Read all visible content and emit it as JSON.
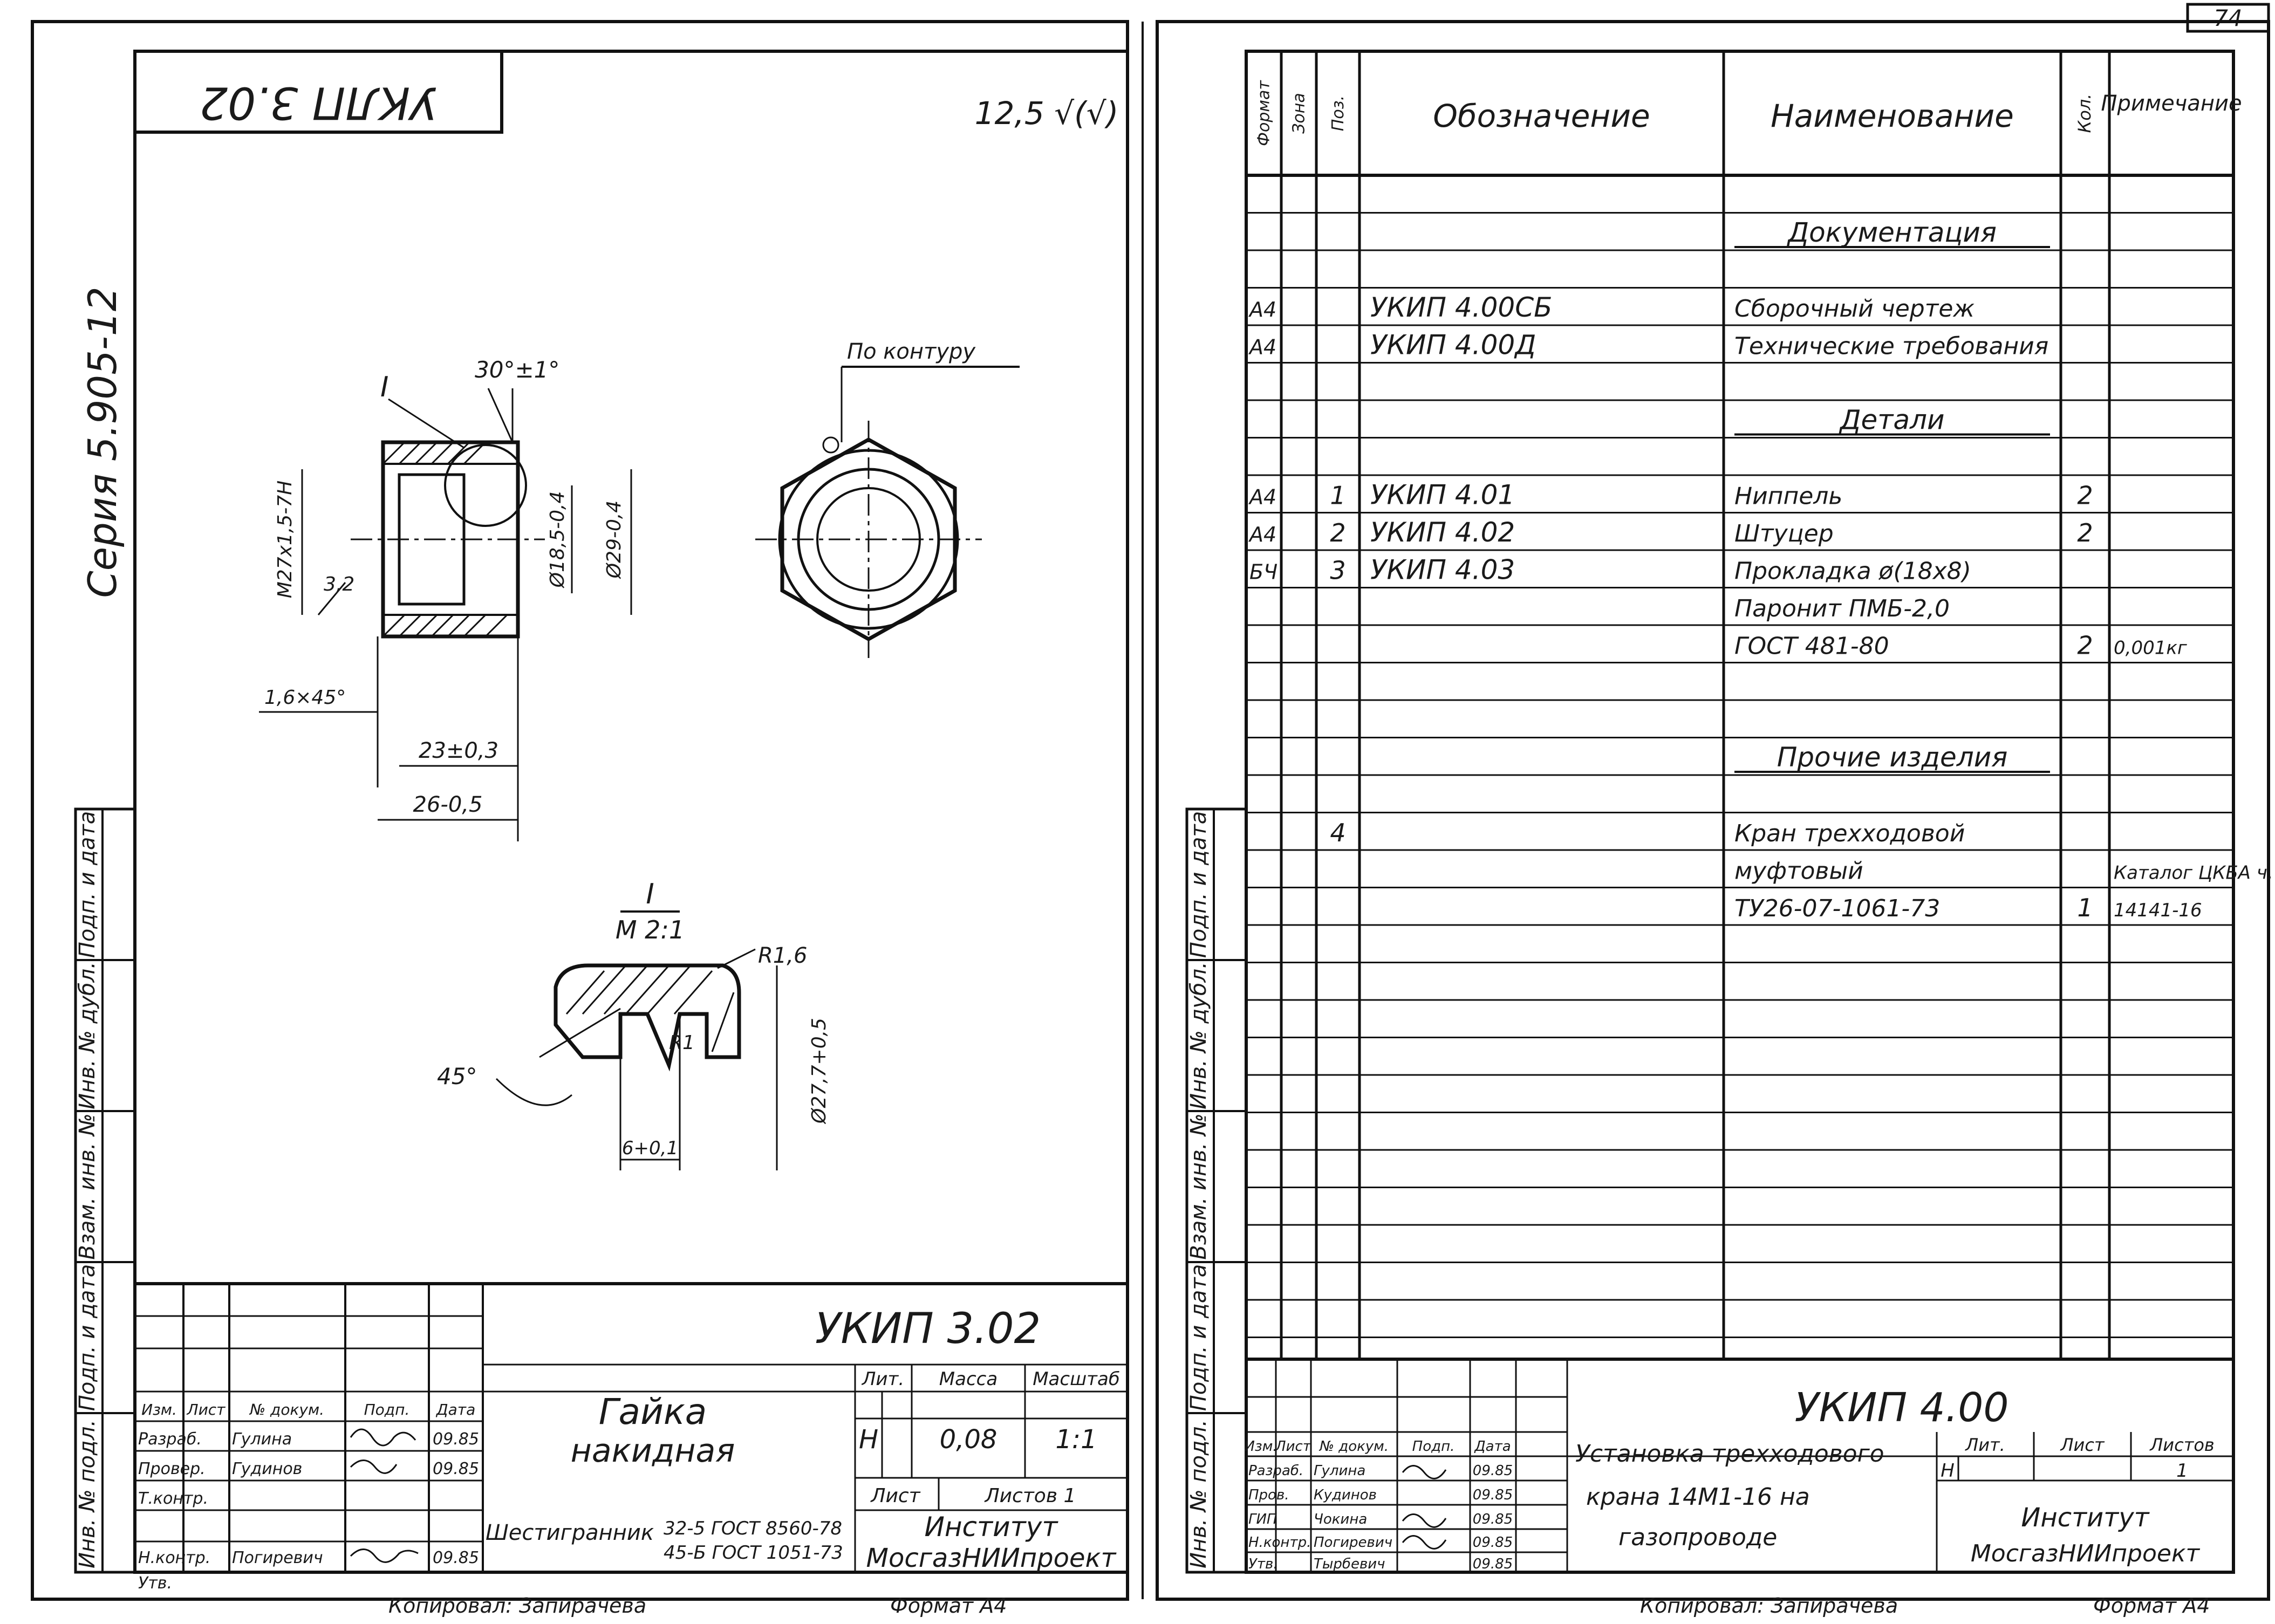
{
  "page_number": "74",
  "left_sheet": {
    "code_top": "УКЛП 3.02",
    "series_label": "Серия 5.905-12",
    "roughness": "12,5 √(√)",
    "drawing_labels": {
      "section_mark": "I",
      "angle_chamfer": "30°±1°",
      "contour_note": "По контуру",
      "thread": "М27х1,5-7Н",
      "roughness_32": "3,2",
      "dia_inner": "Ø18,5-0,4",
      "dia_outer": "Ø29-0,4",
      "chamfer": "1,6×45°",
      "length_23": "23±0,3",
      "length_26": "26-0,5",
      "detail_title": "I",
      "detail_scale": "М 2:1",
      "radius_16": "R1,6",
      "radius_1": "R1",
      "angle_45": "45°",
      "dia_detail": "Ø27,7+0,5",
      "dim_6": "6+0,1"
    },
    "title_block": {
      "designation": "УКИП 3.02",
      "name_line1": "Гайка",
      "name_line2": "накидная",
      "col_lit": "Лит.",
      "col_mass": "Масса",
      "col_scale": "Масштаб",
      "lit_value": "Н",
      "mass_value": "0,08",
      "scale_value": "1:1",
      "sheet_label": "Лист",
      "sheets_label": "Листов 1",
      "org_line1": "Институт",
      "org_line2": "МосгазНИИпроект",
      "material_label": "Шестигранник",
      "material_line1": "32-5 ГОСТ 8560-78",
      "material_line2": "45-Б ГОСТ 1051-73",
      "header_row": [
        "Изм.",
        "Лист",
        "№ докум.",
        "Подп.",
        "Дата"
      ],
      "rows": [
        [
          "Разраб.",
          "Гулина",
          "",
          "09.85"
        ],
        [
          "Провер.",
          "Гудинов",
          "",
          "09.85"
        ],
        [
          "Т.контр.",
          "",
          "",
          ""
        ],
        [
          "",
          "",
          "",
          ""
        ],
        [
          "Н.контр.",
          "Погиревич",
          "",
          "09.85"
        ],
        [
          "Утв.",
          "",
          "",
          ""
        ]
      ]
    },
    "footer_copy": "Копировал: Запирачева",
    "footer_format": "Формат А4",
    "side_labels": [
      "Подп. и дата",
      "Инв. № дубл.",
      "Взам. инв. №",
      "Подп. и дата",
      "Инв. № подл."
    ]
  },
  "right_sheet": {
    "headers": [
      "Формат",
      "Зона",
      "Поз.",
      "Обозначение",
      "Наименование",
      "Кол.",
      "Примечание"
    ],
    "rows": [
      [
        "",
        "",
        "",
        "",
        "",
        "",
        ""
      ],
      [
        "",
        "",
        "",
        "",
        "Документация",
        "",
        ""
      ],
      [
        "",
        "",
        "",
        "",
        "",
        "",
        ""
      ],
      [
        "А4",
        "",
        "",
        "УКИП 4.00СБ",
        "Сборочный чертеж",
        "",
        ""
      ],
      [
        "А4",
        "",
        "",
        "УКИП 4.00Д",
        "Технические требования",
        "",
        ""
      ],
      [
        "",
        "",
        "",
        "",
        "",
        "",
        ""
      ],
      [
        "",
        "",
        "",
        "",
        "Детали",
        "",
        ""
      ],
      [
        "",
        "",
        "",
        "",
        "",
        "",
        ""
      ],
      [
        "А4",
        "",
        "1",
        "УКИП 4.01",
        "Ниппель",
        "2",
        ""
      ],
      [
        "А4",
        "",
        "2",
        "УКИП 4.02",
        "Штуцер",
        "2",
        ""
      ],
      [
        "БЧ",
        "",
        "3",
        "УКИП 4.03",
        "Прокладка ø(18х8)",
        "",
        ""
      ],
      [
        "",
        "",
        "",
        "",
        "Паронит ПМБ-2,0",
        "",
        ""
      ],
      [
        "",
        "",
        "",
        "",
        "ГОСТ 481-80",
        "2",
        "0,001кг"
      ],
      [
        "",
        "",
        "",
        "",
        "",
        "",
        ""
      ],
      [
        "",
        "",
        "",
        "",
        "",
        "",
        ""
      ],
      [
        "",
        "",
        "",
        "",
        "Прочие изделия",
        "",
        ""
      ],
      [
        "",
        "",
        "",
        "",
        "",
        "",
        ""
      ],
      [
        "",
        "",
        "4",
        "",
        "Кран трехходовой",
        "",
        ""
      ],
      [
        "",
        "",
        "",
        "",
        "муфтовый",
        "",
        "Каталог ЦКБА ч. III"
      ],
      [
        "",
        "",
        "",
        "",
        "ТУ26-07-1061-73",
        "1",
        "14141-16"
      ],
      [
        "",
        "",
        "",
        "",
        "",
        "",
        ""
      ],
      [
        "",
        "",
        "",
        "",
        "",
        "",
        ""
      ],
      [
        "",
        "",
        "",
        "",
        "",
        "",
        ""
      ],
      [
        "",
        "",
        "",
        "",
        "",
        "",
        ""
      ],
      [
        "",
        "",
        "",
        "",
        "",
        "",
        ""
      ],
      [
        "",
        "",
        "",
        "",
        "",
        "",
        ""
      ],
      [
        "",
        "",
        "",
        "",
        "",
        "",
        ""
      ],
      [
        "",
        "",
        "",
        "",
        "",
        "",
        ""
      ],
      [
        "",
        "",
        "",
        "",
        "",
        "",
        ""
      ],
      [
        "",
        "",
        "",
        "",
        "",
        "",
        ""
      ],
      [
        "",
        "",
        "",
        "",
        "",
        "",
        ""
      ],
      [
        "",
        "",
        "",
        "",
        "",
        "",
        ""
      ],
      [
        "",
        "",
        "",
        "",
        "",
        "",
        ""
      ]
    ],
    "title_block": {
      "designation": "УКИП 4.00",
      "name_line1": "Установка трехходового",
      "name_line2": "крана 14М1-16 на",
      "name_line3": "газопроводе",
      "col_lit": "Лит.",
      "col_sheet": "Лист",
      "col_sheets": "Листов",
      "lit_value": "Н",
      "sheets_value": "1",
      "org_line1": "Институт",
      "org_line2": "МосгазНИИпроект",
      "header_row": [
        "Изм.",
        "Лист",
        "№ докум.",
        "Подп.",
        "Дата"
      ],
      "rows": [
        [
          "Разраб.",
          "Гулина",
          "",
          "09.85"
        ],
        [
          "Пров.",
          "Кудинов",
          "",
          "09.85"
        ],
        [
          "ГИП",
          "Чокина",
          "",
          "09.85"
        ],
        [
          "Н.контр.",
          "Погиревич",
          "",
          "09.85"
        ],
        [
          "Утв.",
          "Тырбевич",
          "",
          "09.85"
        ]
      ]
    },
    "footer_copy": "Копировал: Запирачева",
    "footer_format": "Формат А4",
    "side_labels": [
      "Подп. и дата",
      "Инв. № дубл.",
      "Взам. инв. №",
      "Подп. и дата",
      "Инв. № подл."
    ]
  }
}
